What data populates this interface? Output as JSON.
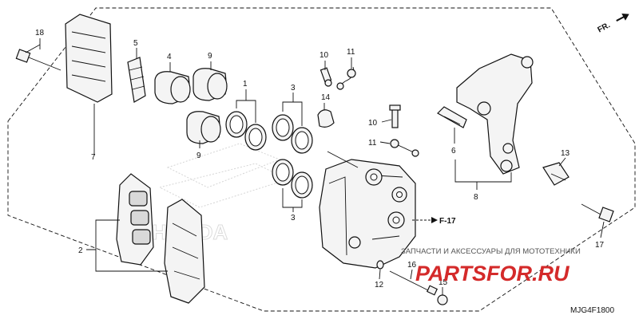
{
  "callouts": {
    "c1": "1",
    "c2": "2",
    "c3a": "3",
    "c3b": "3",
    "c4": "4",
    "c5": "5",
    "c6": "6",
    "c7": "7",
    "c8": "8",
    "c9a": "9",
    "c9b": "9",
    "c10a": "10",
    "c10b": "10",
    "c11a": "11",
    "c11b": "11",
    "c12": "12",
    "c13": "13",
    "c14": "14",
    "c15": "15",
    "c16": "16",
    "c17": "17",
    "c18": "18"
  },
  "reference": "F-17",
  "direction": "FR.",
  "watermark": {
    "tagline": "ЗАПЧАСТИ И АКСЕССУАРЫ ДЛЯ МОТОТЕХНИКИ",
    "brand": "PARTSFOR.RU"
  },
  "background_logo": "HONDA",
  "diagram_code": "MJG4F1800",
  "colors": {
    "line": "#111111",
    "watermark": "#d42a2a"
  }
}
